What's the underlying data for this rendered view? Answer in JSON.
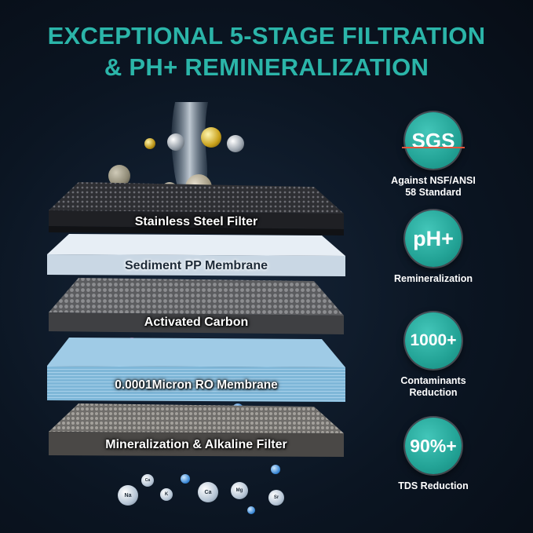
{
  "header": {
    "line1": "EXCEPTIONAL 5-STAGE FILTRATION",
    "line2": "& PH+ REMINERALIZATION"
  },
  "layers": [
    {
      "label": "Stainless Steel Filter",
      "color": "#3a3b40"
    },
    {
      "label": "Sediment PP Membrane",
      "color": "#d6e3ee"
    },
    {
      "label": "Activated Carbon",
      "color": "#6a6b6e"
    },
    {
      "label": "0.0001Micron RO Membrane",
      "color": "#8ec3e0"
    },
    {
      "label": "Mineralization & Alkaline Filter",
      "color": "#7a7876"
    }
  ],
  "badges": [
    {
      "circle": "SGS",
      "text_line1": "Against NSF/ANSI",
      "text_line2": "58 Standard",
      "icon": "sgs-badge-icon"
    },
    {
      "circle": "pH+",
      "text_line1": "Remineralization",
      "text_line2": "",
      "icon": "ph-badge-icon"
    },
    {
      "circle": "1000+",
      "text_line1": "Contaminants",
      "text_line2": "Reduction",
      "icon": "contaminants-badge-icon"
    },
    {
      "circle": "90%+",
      "text_line1": "TDS Reduction",
      "text_line2": "",
      "icon": "tds-badge-icon"
    }
  ],
  "minerals": [
    "Na",
    "Ca",
    "K",
    "Ca",
    "Mg",
    "Sr"
  ],
  "colors": {
    "accent": "#2bb5a9",
    "badge": "#23a396",
    "background": "#0b1522"
  }
}
